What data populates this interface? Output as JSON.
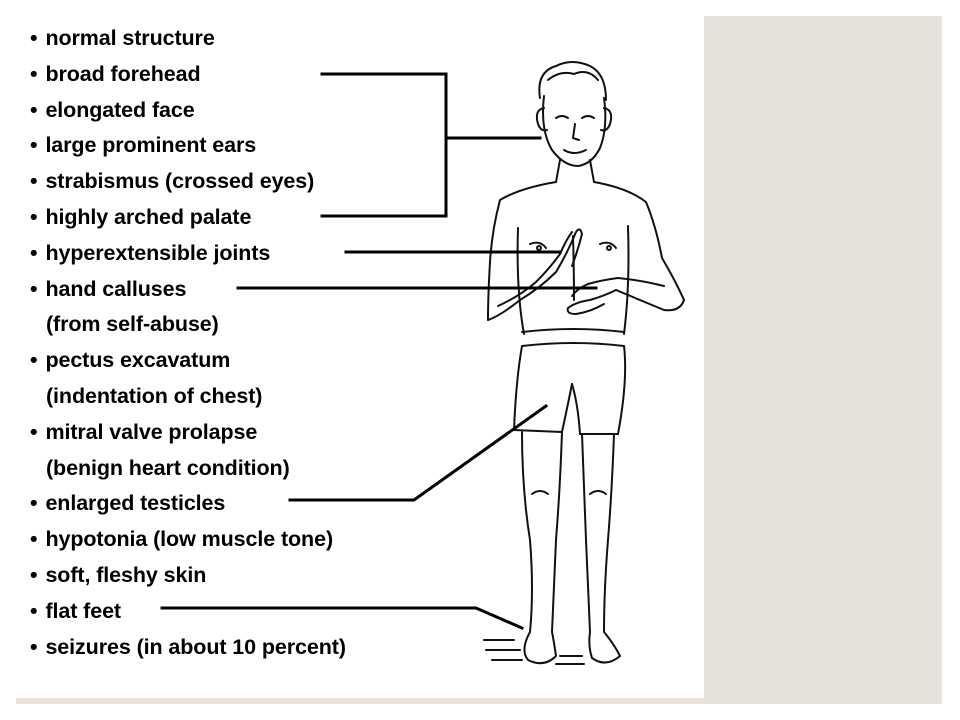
{
  "features": [
    {
      "id": "normal-structure",
      "lines": [
        "normal structure"
      ]
    },
    {
      "id": "broad-forehead",
      "lines": [
        "broad forehead"
      ]
    },
    {
      "id": "elongated-face",
      "lines": [
        "elongated face"
      ]
    },
    {
      "id": "large-prominent-ears",
      "lines": [
        "large prominent ears"
      ]
    },
    {
      "id": "strabismus",
      "lines": [
        "strabismus (crossed eyes)"
      ]
    },
    {
      "id": "highly-arched-palate",
      "lines": [
        "highly arched palate"
      ]
    },
    {
      "id": "hyperextensible-joints",
      "lines": [
        "hyperextensible joints"
      ]
    },
    {
      "id": "hand-calluses",
      "lines": [
        "hand calluses",
        "(from self-abuse)"
      ]
    },
    {
      "id": "pectus-excavatum",
      "lines": [
        "pectus excavatum",
        "(indentation of chest)"
      ]
    },
    {
      "id": "mitral-valve-prolapse",
      "lines": [
        "mitral valve prolapse",
        "(benign heart condition)"
      ]
    },
    {
      "id": "enlarged-testicles",
      "lines": [
        "enlarged testicles"
      ]
    },
    {
      "id": "hypotonia",
      "lines": [
        "hypotonia (low muscle tone)"
      ]
    },
    {
      "id": "soft-fleshy-skin",
      "lines": [
        "soft, fleshy skin"
      ]
    },
    {
      "id": "flat-feet",
      "lines": [
        "flat feet"
      ]
    },
    {
      "id": "seizures",
      "lines": [
        "seizures (in about 10 percent)"
      ]
    }
  ],
  "colors": {
    "text": "#000000",
    "line": "#000000",
    "panel": "#e6e1d9",
    "background": "#ffffff"
  }
}
